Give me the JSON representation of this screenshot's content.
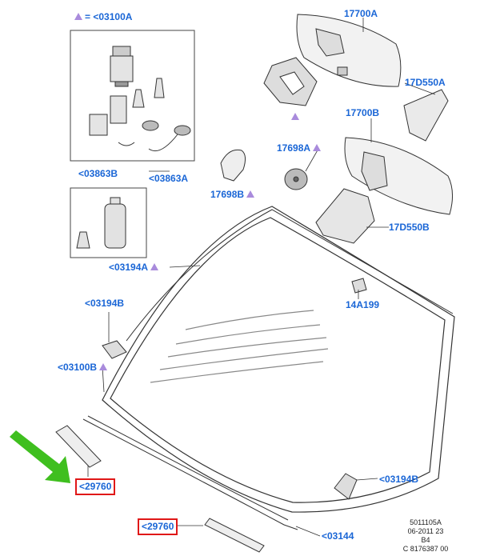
{
  "legend": {
    "equals": "=",
    "code": "<03100A"
  },
  "labels": {
    "l17700A": "17700A",
    "l17D550A": "17D550A",
    "l17700B": "17700B",
    "l17698A": "17698A",
    "l17698B": "17698B",
    "l17D550B": "17D550B",
    "l03863B": "<03863B",
    "l03863A": "<03863A",
    "l03194A": "<03194A",
    "l03194B_left": "<03194B",
    "l14A199": "14A199",
    "l03100B": "<03100B",
    "l29760_left": "<29760",
    "l29760_bottom": "<29760",
    "l03194B_right": "<03194B",
    "l03144": "<03144"
  },
  "meta": {
    "line1": "5011105A",
    "line2": "06-2011 23",
    "line3": "B4",
    "line4": "C 8176387 00"
  },
  "colors": {
    "label": "#1a66d6",
    "triangle": "#a98bdc",
    "highlight": "#e01818",
    "arrow": "#3fbf1f"
  }
}
